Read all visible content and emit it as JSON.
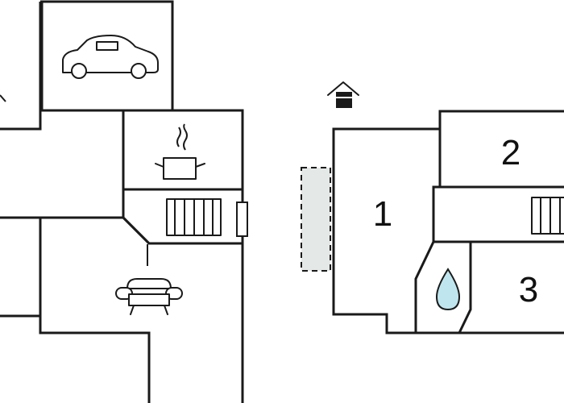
{
  "rooms": {
    "room_1": {
      "label": "1"
    },
    "room_2": {
      "label": "2"
    },
    "room_3": {
      "label": "3"
    }
  },
  "icons": [
    "car-icon",
    "cooking-pot-icon",
    "radiator-icon",
    "armchair-icon",
    "house-entrance-icon",
    "water-drop-icon"
  ],
  "colors": {
    "wall": "#1a1a1a",
    "terrace_fill": "#e4e9e8",
    "water_drop": "#bfe6ee",
    "background": "#ffffff"
  }
}
